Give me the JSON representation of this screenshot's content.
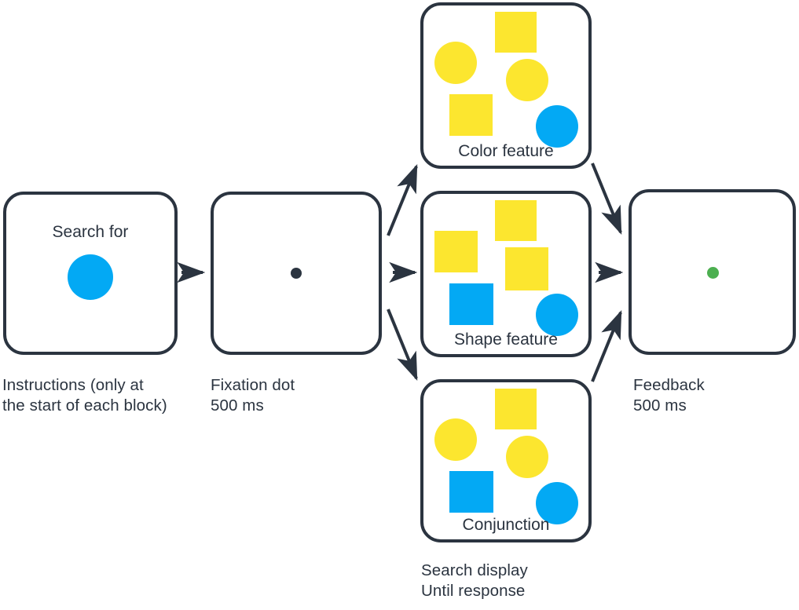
{
  "figure": {
    "type": "experiment-paradigm-flow",
    "title": "Visual search task trial sequence",
    "background_color": "#ffffff",
    "outline_color": "#2b3440",
    "colors": {
      "yellow": "#fce62f",
      "blue": "#03a9f4",
      "green": "#4caf50",
      "fixation": "#2b3440",
      "stroke": "#2b3440"
    }
  },
  "panels": [
    {
      "id": "instructions",
      "inner_label": "Search for",
      "caption": "Instructions (only at\nthe start of each block)",
      "target_cue": {
        "shape": "circle",
        "color": "#03a9f4"
      }
    },
    {
      "id": "fixation",
      "inner_label": "",
      "caption": "Fixation dot\n500 ms",
      "fixation_dot": {
        "shape": "circle",
        "color": "#2b3440"
      }
    },
    {
      "id": "color-feature",
      "inner_label": "Color feature",
      "caption": "",
      "items": [
        {
          "shape": "square",
          "color": "#fce62f"
        },
        {
          "shape": "circle",
          "color": "#fce62f"
        },
        {
          "shape": "circle",
          "color": "#fce62f"
        },
        {
          "shape": "square",
          "color": "#fce62f"
        },
        {
          "shape": "circle",
          "color": "#03a9f4"
        }
      ]
    },
    {
      "id": "shape-feature",
      "inner_label": "Shape feature",
      "caption": "",
      "items": [
        {
          "shape": "square",
          "color": "#fce62f"
        },
        {
          "shape": "square",
          "color": "#fce62f"
        },
        {
          "shape": "square",
          "color": "#fce62f"
        },
        {
          "shape": "square",
          "color": "#03a9f4"
        },
        {
          "shape": "circle",
          "color": "#03a9f4"
        }
      ]
    },
    {
      "id": "conjunction",
      "inner_label": "Conjunction",
      "caption": "",
      "items": [
        {
          "shape": "square",
          "color": "#fce62f"
        },
        {
          "shape": "circle",
          "color": "#fce62f"
        },
        {
          "shape": "circle",
          "color": "#fce62f"
        },
        {
          "shape": "square",
          "color": "#03a9f4"
        },
        {
          "shape": "circle",
          "color": "#03a9f4"
        }
      ]
    },
    {
      "id": "feedback",
      "inner_label": "",
      "caption": "Feedback\n500 ms",
      "feedback_dot": {
        "shape": "circle",
        "color": "#4caf50"
      }
    }
  ],
  "captions": {
    "instructions": "Instructions (only at\nthe start of each block)",
    "fixation": "Fixation dot\n500 ms",
    "search_display": "Search display\nUntil response",
    "feedback": "Feedback\n500 ms"
  },
  "labels": {
    "search_for": "Search for",
    "color_feature": "Color feature",
    "shape_feature": "Shape feature",
    "conjunction": "Conjunction"
  },
  "flow": {
    "steps": [
      "Instructions",
      "Fixation dot",
      "Search display",
      "Feedback"
    ],
    "branches": [
      "Color feature",
      "Shape feature",
      "Conjunction"
    ],
    "arrow_count": 8
  }
}
